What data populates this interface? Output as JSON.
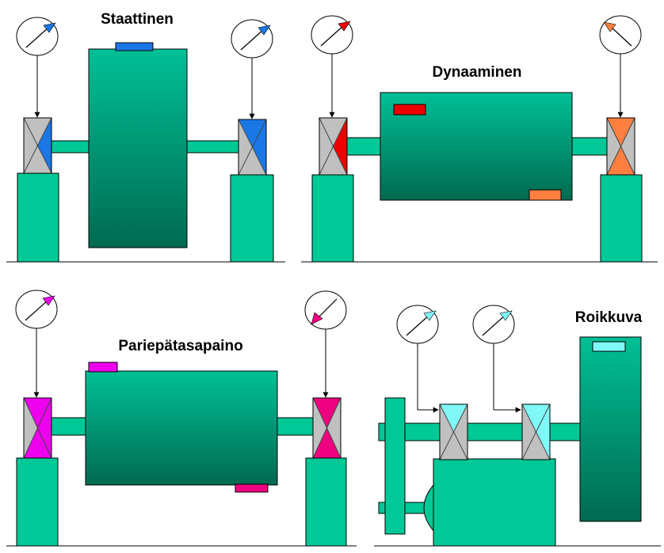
{
  "colors": {
    "machine_green": "#00c896",
    "rotor_top": "#00c096",
    "rotor_bottom": "#006a50",
    "bearing_gray": "#c0c0c0",
    "blue": "#1a78e6",
    "red": "#ee0000",
    "orange": "#ff7f40",
    "magenta": "#ee00ee",
    "pink": "#ee0080",
    "cyan": "#80f8f8"
  },
  "panels": [
    {
      "id": "static",
      "title": "Staattinen",
      "weight_colors": [
        "blue"
      ],
      "bearing_colors": [
        "blue",
        "blue"
      ]
    },
    {
      "id": "dynamic",
      "title": "Dynaaminen",
      "weight_colors": [
        "red",
        "orange"
      ],
      "bearing_colors": [
        "red",
        "orange"
      ]
    },
    {
      "id": "couple",
      "title": "Pariepätasapaino",
      "weight_colors": [
        "magenta",
        "pink"
      ],
      "bearing_colors": [
        "magenta",
        "pink"
      ]
    },
    {
      "id": "overhung",
      "title": "Roikkuva",
      "weight_colors": [
        "cyan"
      ],
      "bearing_colors": [
        "cyan",
        "cyan"
      ]
    }
  ]
}
